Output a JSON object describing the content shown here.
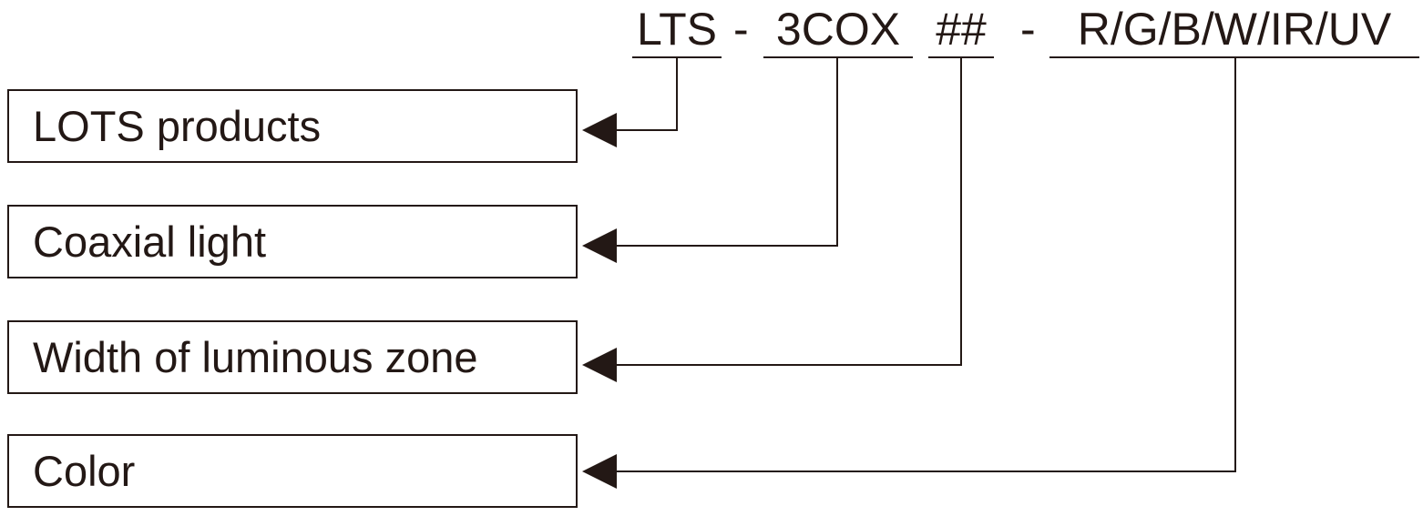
{
  "code": {
    "segment_1": "LTS",
    "separator_1": "-",
    "segment_2": "3COX",
    "segment_3": "##",
    "separator_2": "-",
    "segment_4": "R/G/B/W/IR/UV"
  },
  "boxes": [
    {
      "label": "LOTS products"
    },
    {
      "label": "Coaxial light"
    },
    {
      "label": "Width of luminous zone"
    },
    {
      "label": "Color"
    }
  ],
  "colors": {
    "ink": "#231815",
    "background": "#ffffff"
  }
}
